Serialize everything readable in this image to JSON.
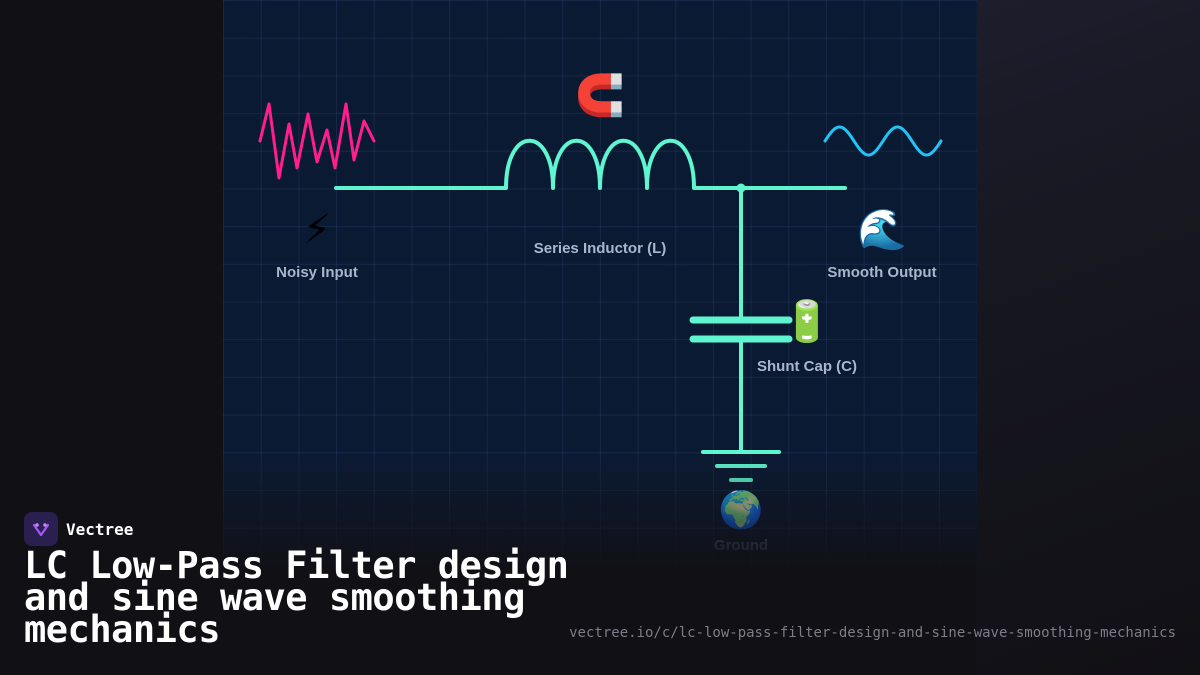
{
  "brand": {
    "name": "Vectree"
  },
  "title": "LC Low-Pass Filter design and sine wave smoothing mechanics",
  "url": "vectree.io/c/lc-low-pass-filter-design-and-sine-wave-smoothing-mechanics",
  "diagram": {
    "nodes": [
      {
        "id": "input",
        "label": "Noisy Input",
        "icon": "⚡",
        "icon_name": "lightning-icon"
      },
      {
        "id": "inductor",
        "label": "Series Inductor (L)",
        "icon": "🧲",
        "icon_name": "magnet-icon"
      },
      {
        "id": "output",
        "label": "Smooth Output",
        "icon": "🌊",
        "icon_name": "wave-icon"
      },
      {
        "id": "capacitor",
        "label": "Shunt Cap (C)",
        "icon": "🔋",
        "icon_name": "battery-icon"
      },
      {
        "id": "ground",
        "label": "Ground",
        "icon": "🌍",
        "icon_name": "globe-icon"
      }
    ]
  },
  "colors": {
    "circuit": "#5ef5d0",
    "noise": "#ff1e8c",
    "sine": "#22c3f5",
    "panel": "#0b1a33",
    "label": "#aab6cc"
  }
}
